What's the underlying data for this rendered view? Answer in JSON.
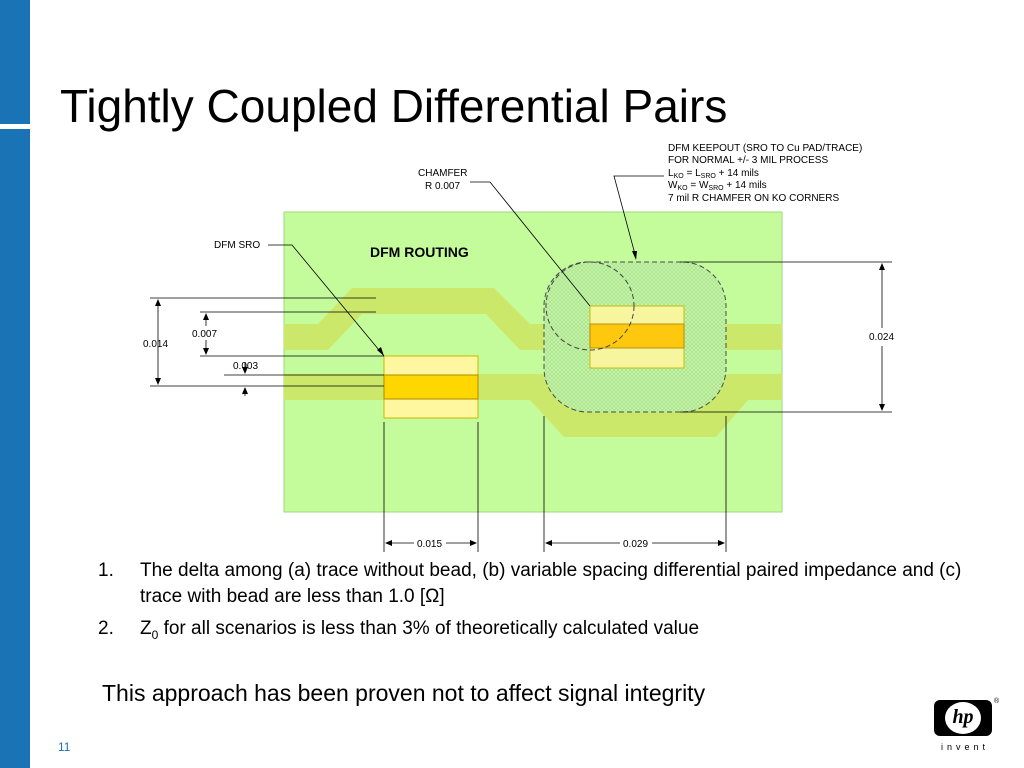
{
  "slide": {
    "title": "Tightly Coupled Differential Pairs",
    "page_number": "11"
  },
  "diagram": {
    "routing_label": "DFM ROUTING",
    "chamfer_line1": "CHAMFER",
    "chamfer_line2": "R 0.007",
    "dfm_sro_label": "DFM SRO",
    "keepout_line1": "DFM KEEPOUT (SRO TO Cu PAD/TRACE)",
    "keepout_line2": "FOR NORMAL +/- 3 MIL PROCESS",
    "keepout_line3_main": "L",
    "keepout_line3_sub1": "KO",
    "keepout_line3_mid": " = L",
    "keepout_line3_sub2": "SRO",
    "keepout_line3_end": " + 14 mils",
    "keepout_line4_main": "W",
    "keepout_line4_sub1": "KO",
    "keepout_line4_mid": " = W",
    "keepout_line4_sub2": "SRO",
    "keepout_line4_end": " + 14 mils",
    "keepout_line5": "7 mil R CHAMFER ON KO CORNERS",
    "dim_0014": "0.014",
    "dim_0007": "0.007",
    "dim_0003": "0.003",
    "dim_0024": "0.024",
    "dim_0015": "0.015",
    "dim_0029": "0.029",
    "colors": {
      "board": "#c4fc9c",
      "trace": "#cce86a",
      "pad": "#ffd700",
      "sro": "#fff7a0",
      "sidebar": "#1a73b5"
    }
  },
  "notes": {
    "item1_num": "1.",
    "item1_text": "The delta among (a) trace without bead, (b) variable spacing differential paired impedance and (c) trace with bead are less than 1.0 [Ω]",
    "item2_num": "2.",
    "item2_z": "Z",
    "item2_sub": "0",
    "item2_text": " for all scenarios is less than 3% of theoretically calculated value",
    "conclusion": "This approach has been proven not to affect signal integrity"
  },
  "logo": {
    "mark": "hp",
    "tagline": "invent",
    "registered": "®"
  }
}
